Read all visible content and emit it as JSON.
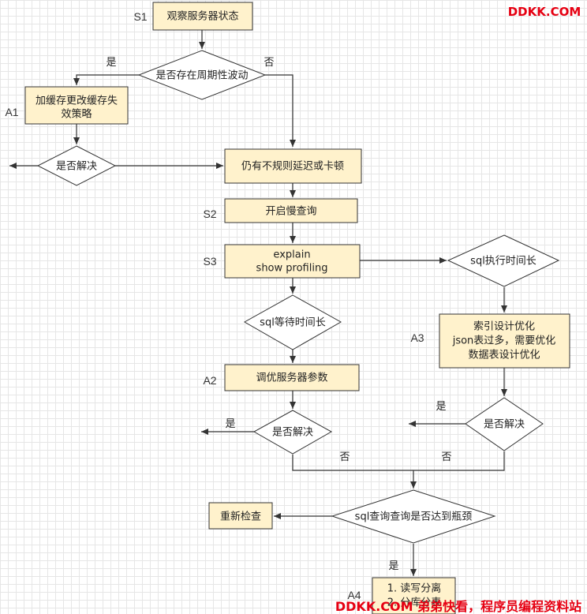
{
  "watermark_top": "DDKK.COM",
  "watermark_bottom": "DDKK.COM 弟弟快看，程序员编程资料站",
  "steps": {
    "s1": "S1",
    "s2": "S2",
    "s3": "S3",
    "a1": "A1",
    "a2": "A2",
    "a3": "A3",
    "a4": "A4"
  },
  "nodes": {
    "observe": "观察服务器状态",
    "periodic": "是否存在周期性波动",
    "cache": [
      "加缓存更改缓存失",
      "效策略"
    ],
    "solved1": "是否解决",
    "irregular": "仍有不规则延迟或卡顿",
    "slowlog": "开启慢查询",
    "explain": [
      "explain",
      "show profiling"
    ],
    "sql_wait": "sql等待时间长",
    "tune": "调优服务器参数",
    "solved2": "是否解决",
    "sql_exec": "sql执行时间长",
    "optimize": [
      "索引设计优化",
      "json表过多，需要优化",
      "数据表设计优化"
    ],
    "solved3": "是否解决",
    "bottleneck": "sql查询查询是否达到瓶颈",
    "recheck": "重新检查",
    "scale": [
      "1. 读写分离",
      "2. 分库分表"
    ]
  },
  "labels": {
    "yes1": "是",
    "no1": "否",
    "yes2": "是",
    "no2": "否",
    "yes3": "是",
    "no3": "否",
    "yes4": "是"
  }
}
